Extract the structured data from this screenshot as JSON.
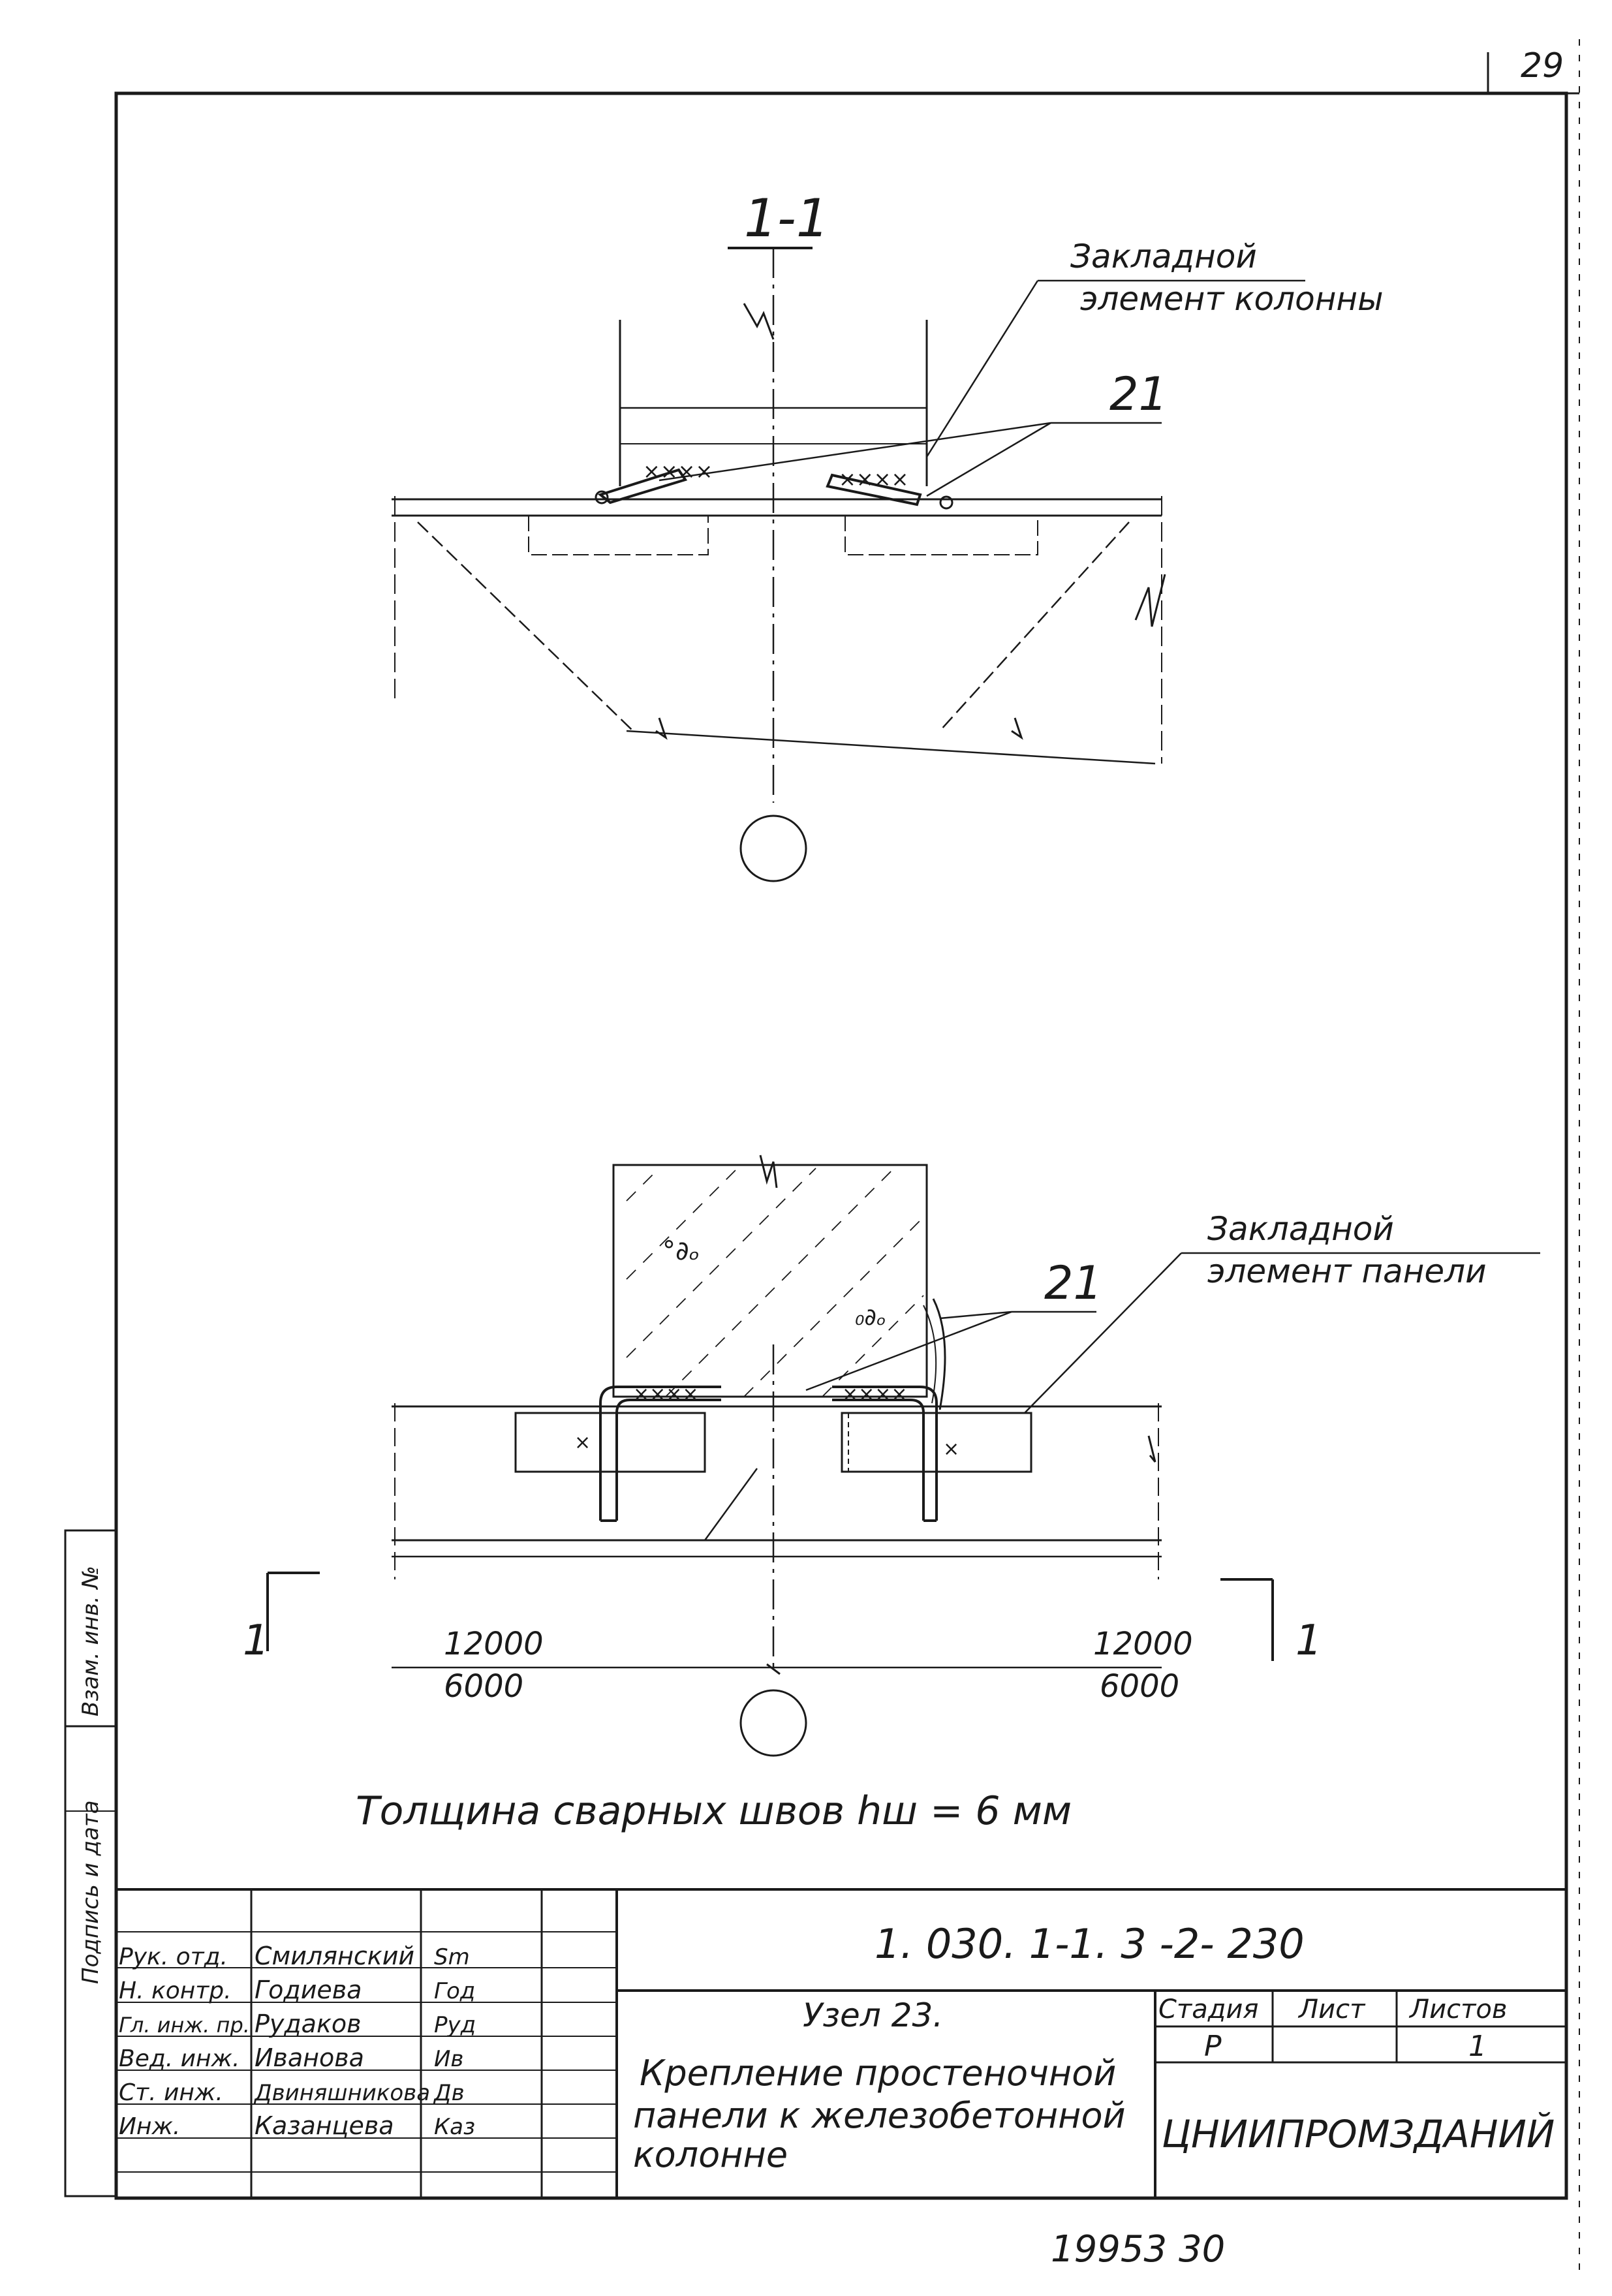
{
  "sheet": {
    "number": "29",
    "footer_number": "19953  30"
  },
  "section_top": {
    "title": "1-1",
    "callout_embedded_column": [
      "Закладной",
      "элемент колонны"
    ],
    "callout_part": "21"
  },
  "section_bottom": {
    "callout_embedded_panel": [
      "Закладной",
      "элемент панели"
    ],
    "callout_part": "21",
    "section_mark_left": "1",
    "section_mark_right": "1",
    "dim_left": {
      "top": "12000",
      "bottom": "6000"
    },
    "dim_right": {
      "top": "12000",
      "bottom": "6000"
    },
    "weld_note": "Толщина сварных швов hш = 6 мм"
  },
  "side_stamp": {
    "labels": [
      "Подпись и дата",
      "Взам. инв. №"
    ]
  },
  "title_block": {
    "doc_code": "1. 030. 1-1. 3 -2- 230",
    "node_title": "Узел 23.",
    "description": [
      "Крепление простеночной",
      "панели к железобетонной",
      "колонне"
    ],
    "stage_header": "Стадия",
    "sheet_header": "Лист",
    "sheets_header": "Листов",
    "stage_value": "Р",
    "sheets_value": "1",
    "organization": "ЦНИИПРОМЗДАНИЙ",
    "staff": [
      {
        "role": "Рук. отд.",
        "name": "Смилянский",
        "sign": "Sm"
      },
      {
        "role": "Н. контр.",
        "name": "Годиева",
        "sign": "Год"
      },
      {
        "role": "Гл. инж. пр.",
        "name": "Рудаков",
        "sign": "Руд"
      },
      {
        "role": "Вед. инж.",
        "name": "Иванова",
        "sign": "Ив"
      },
      {
        "role": "Ст. инж.",
        "name": "Двиняшникова",
        "sign": "Дв"
      },
      {
        "role": "Инж.",
        "name": "Казанцева",
        "sign": "Каз"
      }
    ]
  }
}
